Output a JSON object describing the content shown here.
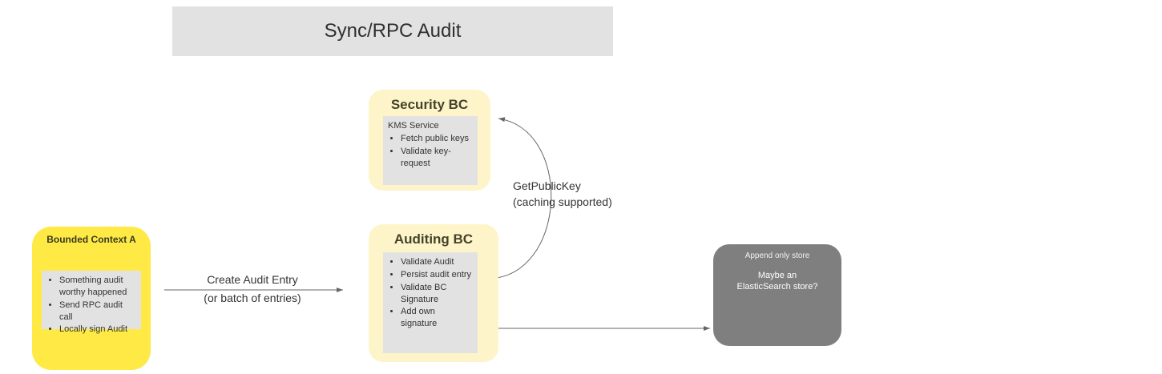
{
  "title_bar": {
    "label": "Sync/RPC Audit"
  },
  "security_bc": {
    "title": "Security BC",
    "service": "KMS Service",
    "items": [
      "Fetch public keys",
      "Validate key-request"
    ]
  },
  "auditing_bc": {
    "title": "Auditing BC",
    "items": [
      "Validate Audit",
      "Persist audit entry",
      "Validate BC Signature",
      "Add own signature"
    ]
  },
  "bounded_context_a": {
    "title": "Bounded Context A",
    "items": [
      "Something audit worthy happened",
      "Send RPC audit call",
      "Locally sign Audit"
    ]
  },
  "store": {
    "header": "Append only store",
    "body": "Maybe an ElasticSearch store?"
  },
  "edges": {
    "create_audit": {
      "label": "Create Audit Entry",
      "sublabel": "(or batch of entries)"
    },
    "get_public_key": {
      "label": "GetPublicKey",
      "sublabel": "(caching supported)"
    }
  },
  "colors": {
    "title_bar_bg": "#e2e2e2",
    "node_pale_yellow": "#fdf5c9",
    "node_bright_yellow": "#ffe945",
    "inner_gray": "#e2e2e2",
    "store_gray": "#7f7f7f",
    "connector": "#666666"
  }
}
